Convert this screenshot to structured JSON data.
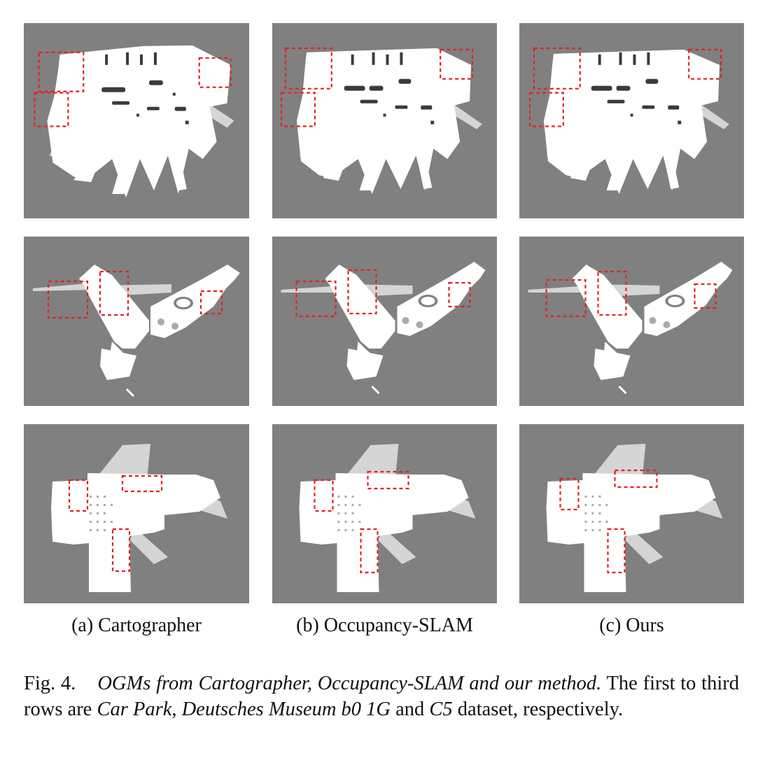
{
  "figure": {
    "columns": [
      {
        "id": "a",
        "label": "(a) Cartographer"
      },
      {
        "id": "b",
        "label": "(b) Occupancy-SLAM"
      },
      {
        "id": "c",
        "label": "(c) Ours"
      }
    ],
    "rows": [
      {
        "dataset": "Car Park"
      },
      {
        "dataset": "Deutsches Museum b0 1G"
      },
      {
        "dataset": "C5"
      }
    ],
    "colors": {
      "background": "#808080",
      "free_space": "#ffffff",
      "highlight_box": "#e32222"
    }
  },
  "caption": {
    "number": "Fig. 4.",
    "title": "OGMs from Cartographer, Occupancy-SLAM and our method.",
    "text_1": " The first to third rows are ",
    "ds1": "Car Park",
    "sep_1": ", ",
    "ds2": "Deutsches Museum b0 1G",
    "sep_2": " and ",
    "ds3": "C5",
    "text_2": " dataset, respectively."
  }
}
